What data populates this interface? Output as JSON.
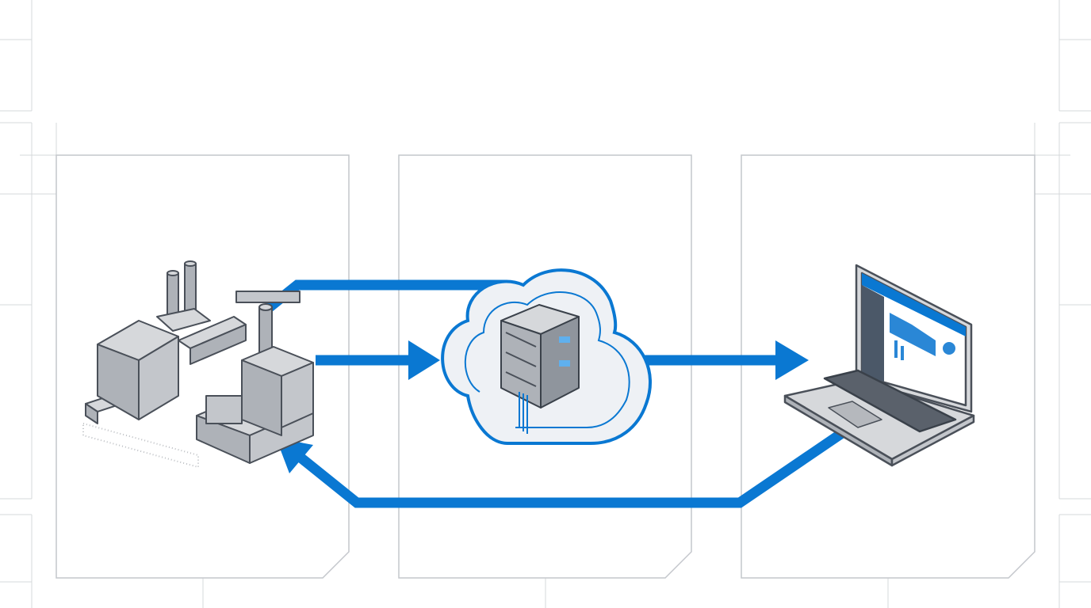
{
  "diagram": {
    "colors": {
      "accent": "#0a78d2",
      "outline": "#4a5059",
      "fill": "#c9ccd1",
      "frame": "#c4c7cc",
      "background": "#ffffff"
    },
    "panels": [
      {
        "icon": "factory-icon"
      },
      {
        "icon": "cloud-server-icon"
      },
      {
        "icon": "laptop-dashboard-icon"
      }
    ],
    "flows": [
      {
        "from": "factory",
        "to": "cloud",
        "icon": "arrow-right-icon"
      },
      {
        "from": "cloud",
        "to": "laptop",
        "icon": "arrow-right-icon"
      },
      {
        "from": "laptop",
        "to": "factory",
        "icon": "arrow-return-icon"
      }
    ]
  }
}
